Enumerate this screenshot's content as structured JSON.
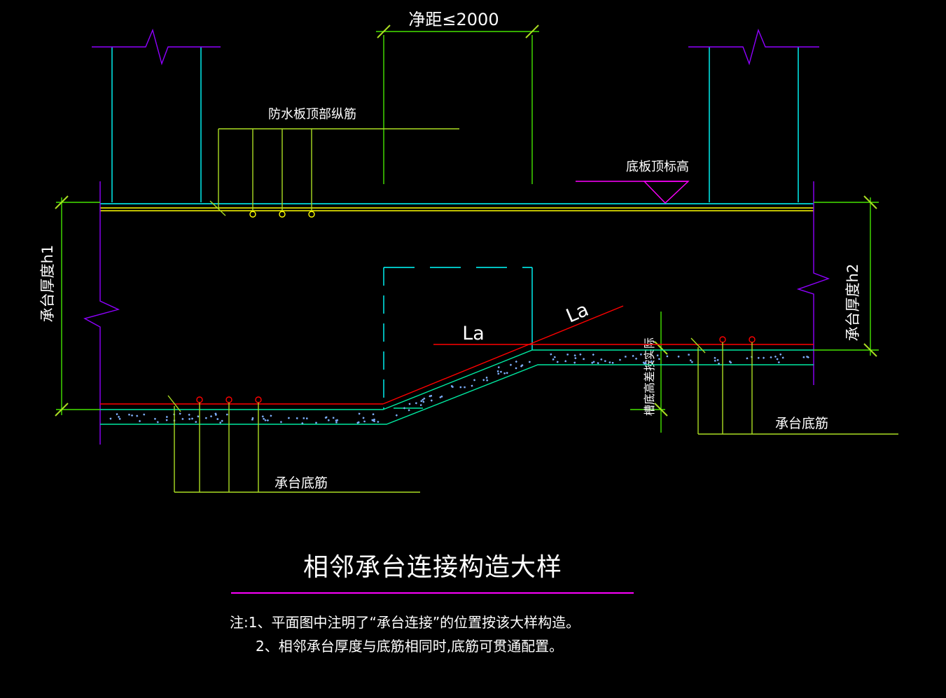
{
  "colors": {
    "green_dim": "#45E400",
    "green_leader": "#AADD22",
    "cyan": "#00FFFF",
    "band": "#00E8A0",
    "violet": "#8F00FF",
    "magenta": "#FF00FF",
    "red": "#FF0000",
    "yellow": "#FFFF00",
    "stipple": "#7FB2FF",
    "text": "#FFFFFF",
    "background": "#000000"
  },
  "labels": {
    "clear_distance": "净距≤2000",
    "waterproof_top_rebar": "防水板顶部纵筋",
    "slab_top_elevation": "底板顶标高",
    "cap_thickness_h1": "承台厚度h1",
    "cap_thickness_h2": "承台厚度h2",
    "la": "La",
    "bottom_elev_diff": "槽底高差按实际",
    "cap_bottom_rebar_left": "承台底筋",
    "cap_bottom_rebar_right": "承台底筋"
  },
  "title": {
    "text": "相邻承台连接构造大样"
  },
  "notes": [
    "注:1、平面图中注明了“承台连接”的位置按该大样构造。",
    "2、相邻承台厚度与底筋相同时,底筋可贯通配置。"
  ]
}
